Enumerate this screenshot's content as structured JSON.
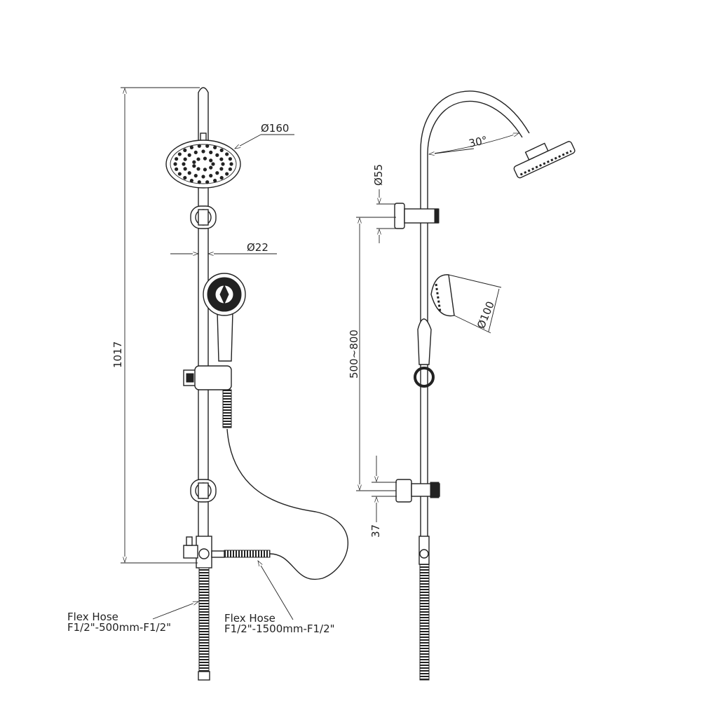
{
  "front_view": {
    "head_diameter": "Ø160",
    "rail_diameter": "Ø22",
    "overall_height": "1017",
    "hose_short_label_line1": "Flex Hose",
    "hose_short_label_line2": "F1/2\"-500mm-F1/2\"",
    "hose_long_label_line1": "Flex Hose",
    "hose_long_label_line2": "F1/2\"-1500mm-F1/2\""
  },
  "side_view": {
    "arm_angle": "30°",
    "bracket_diameter": "Ø55",
    "bracket_spacing": "500~800",
    "handshower_diameter": "Ø100",
    "bracket_offset": "37"
  }
}
